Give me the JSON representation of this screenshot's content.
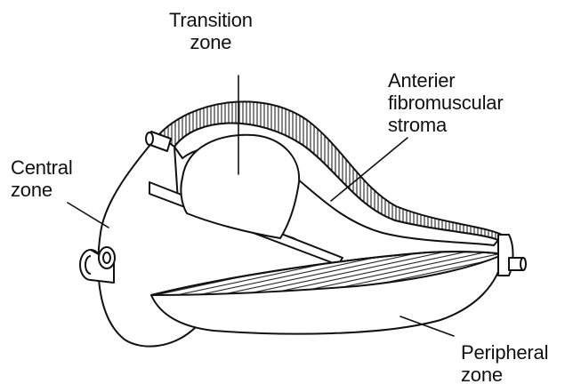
{
  "labels": {
    "transition_zone": [
      "Transition",
      "zone"
    ],
    "anterior_stroma": [
      "Anterier",
      "fibromuscular",
      "stroma"
    ],
    "central_zone": [
      "Central",
      "zone"
    ],
    "peripheral_zone": [
      "Peripheral",
      "zone"
    ]
  },
  "colors": {
    "stroke": "#111111",
    "fill": "#ffffff",
    "hatch": "#222222"
  }
}
